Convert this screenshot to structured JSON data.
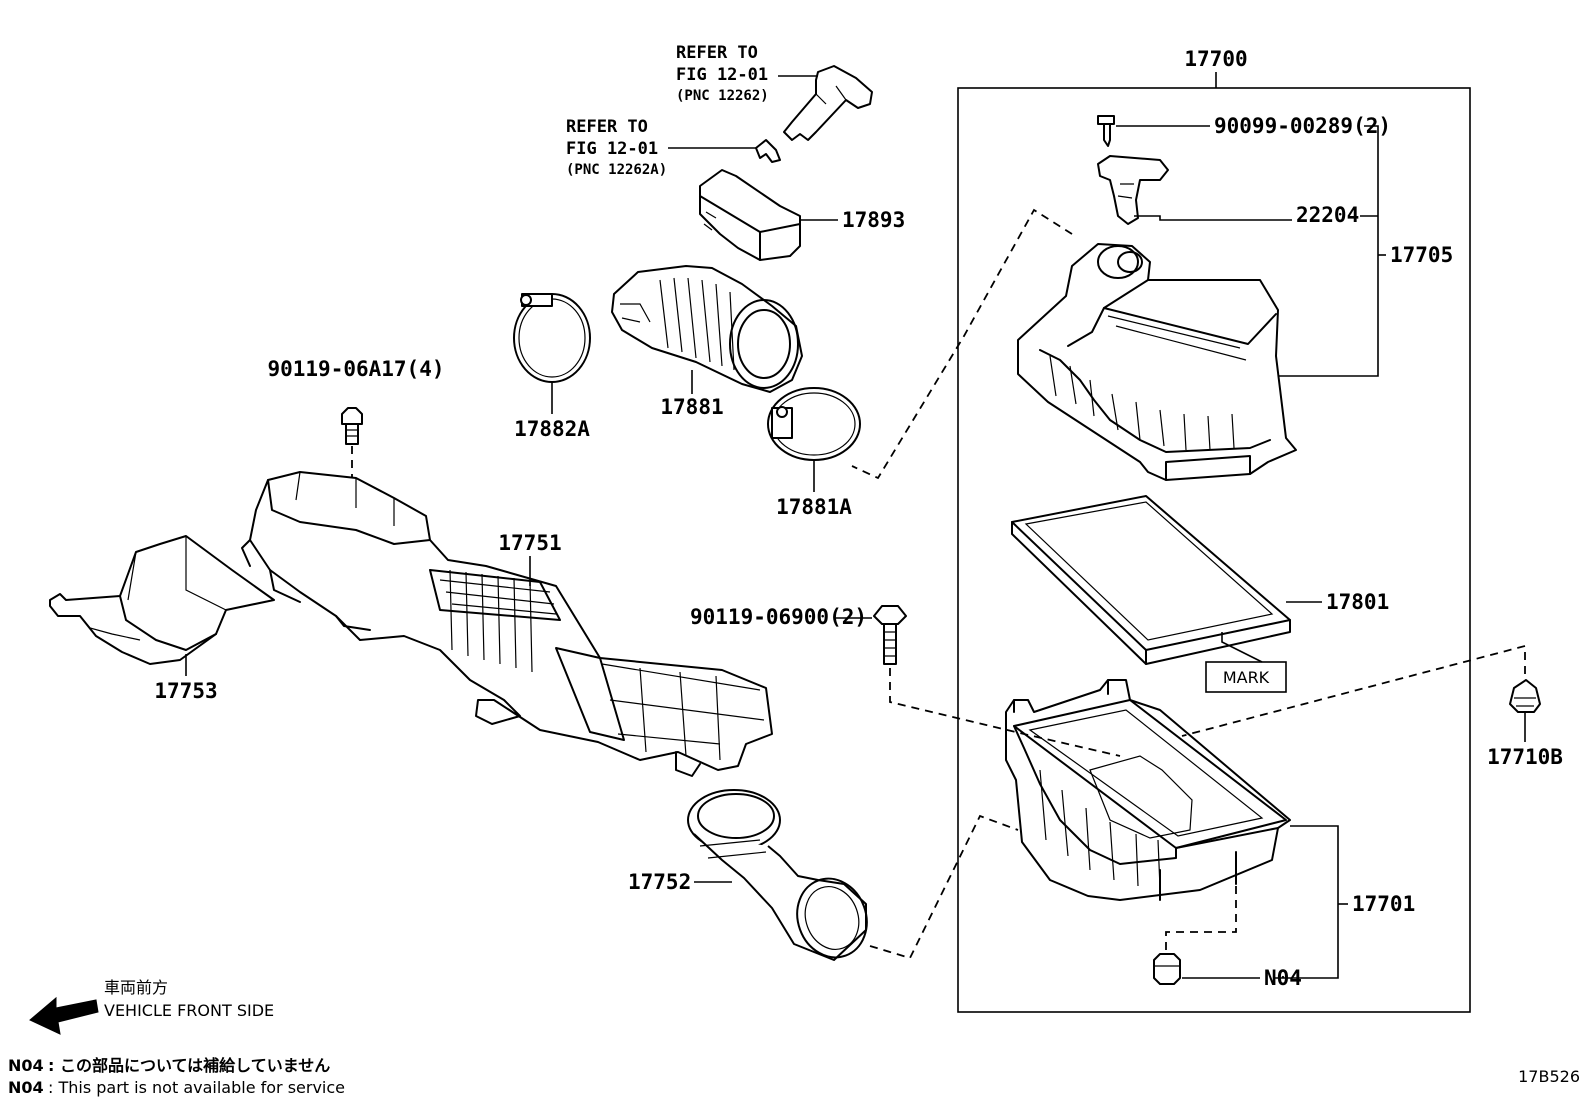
{
  "parts": {
    "p17700": "17700",
    "p90099": "90099-00289(2)",
    "p22204": "22204",
    "p17705": "17705",
    "p17801": "17801",
    "p17701": "17701",
    "pN04": "N04",
    "p17710B": "17710B",
    "p17893": "17893",
    "p17881": "17881",
    "p17882A": "17882A",
    "p17881A": "17881A",
    "p90119a": "90119-06A17(4)",
    "p90119b": "90119-06900(2)",
    "p17751": "17751",
    "p17753": "17753",
    "p17752": "17752"
  },
  "refs": {
    "ref1": {
      "line1": "REFER TO",
      "line2": "FIG 12-01",
      "line3": "(PNC 12262)"
    },
    "ref2": {
      "line1": "REFER TO",
      "line2": "FIG 12-01",
      "line3": "(PNC 12262A)"
    }
  },
  "mark_label": "MARK",
  "direction": {
    "jp": "車両前方",
    "en": "VEHICLE FRONT SIDE"
  },
  "notes": {
    "code": "N04",
    "jp": ": この部品については補給していません",
    "en": ": This part is not available for service"
  },
  "figure_id": "17B526"
}
